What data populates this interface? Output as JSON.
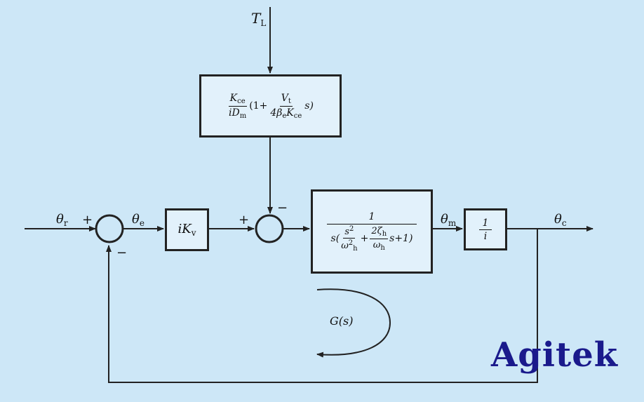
{
  "labels": {
    "TL": "T",
    "TL_sub": "L",
    "theta_r": "θ",
    "theta_r_sub": "r",
    "theta_e": "θ",
    "theta_e_sub": "e",
    "theta_m": "θ",
    "theta_m_sub": "m",
    "theta_c": "θ",
    "theta_c_sub": "c",
    "plus": "+",
    "minus": "−",
    "G": "G(s)"
  },
  "blocks": {
    "disturbance": {
      "num1": "K",
      "num1_sub": "ce",
      "den1": "iD",
      "den1_sub": "m",
      "mid": "(1+",
      "num2": "V",
      "num2_sub": "t",
      "den2a": "4β",
      "den2a_sub": "e",
      "den2b": "K",
      "den2b_sub": "ce",
      "tail": "s)"
    },
    "gain": {
      "text": "iK",
      "sub": "v"
    },
    "plant": {
      "num": "1",
      "pre": "s(",
      "f1_num": "s",
      "f1_num_sup": "2",
      "f1_den": "ω",
      "f1_den_sup": "2",
      "f1_den_sub": "h",
      "plus": "+",
      "f2_num": "2ζ",
      "f2_num_sub": "h",
      "f2_den": "ω",
      "f2_den_sub": "h",
      "post": "s+1)"
    },
    "gear": {
      "num": "1",
      "den": "i"
    }
  },
  "logo": "Agitek",
  "colors": {
    "background": "#cde7f7",
    "line": "#222222",
    "logo": "#1a1a8c"
  }
}
